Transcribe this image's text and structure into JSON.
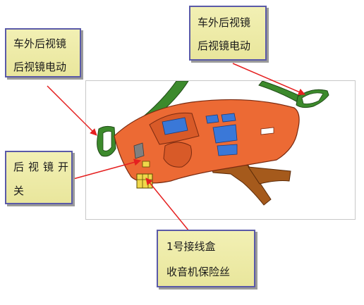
{
  "callouts": {
    "top_left": {
      "line1": "车外后视镜",
      "line2": "后视镜电动"
    },
    "top_right": {
      "line1": "车外后视镜",
      "line2": "后视镜电动"
    },
    "mid_left": {
      "line1": "后视镜开",
      "line2": "关"
    },
    "bottom": {
      "line1": "1号接线盒",
      "line2": "收音机保险丝"
    }
  },
  "colors": {
    "dashboard": "#ec6a34",
    "vents": "#3a78d8",
    "pillar": "#3c8a2c",
    "console": "#a55a1c",
    "fuse_box": "#f0d84a",
    "callout_bg": "#efecaa",
    "callout_border": "#5a5aa8",
    "arrow": "#e52020"
  }
}
